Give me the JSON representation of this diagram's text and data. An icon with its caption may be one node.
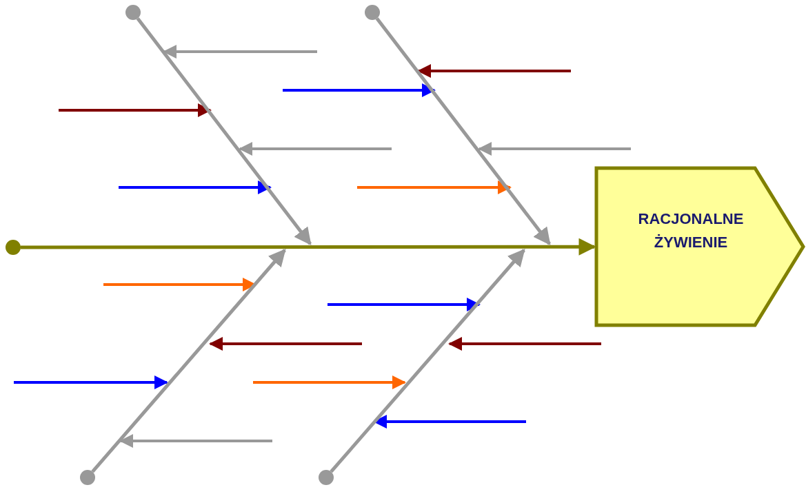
{
  "diagram": {
    "nodes": [
      {
        "text": [],
        "shape": "circle"
      },
      {
        "text": [
          "RACJONALNE ŻYWIENIE"
        ]
      },
      {
        "text": [],
        "shape": "circle"
      },
      {
        "text": [],
        "shape": "circle"
      },
      {
        "text": [],
        "shape": "circle"
      },
      {
        "text": [],
        "shape": "circle"
      }
    ],
    "edges": [
      {
        "from": 0,
        "to": 1,
        "arrow": "to",
        "color": "#808000"
      },
      {
        "from": 2,
        "to": null,
        "arrow": "to"
      },
      {
        "from": 3,
        "to": null,
        "arrow": "to"
      },
      {
        "from": 4,
        "to": null,
        "arrow": "to"
      },
      {
        "from": 5,
        "to": null,
        "arrow": "to"
      }
    ]
  }
}
